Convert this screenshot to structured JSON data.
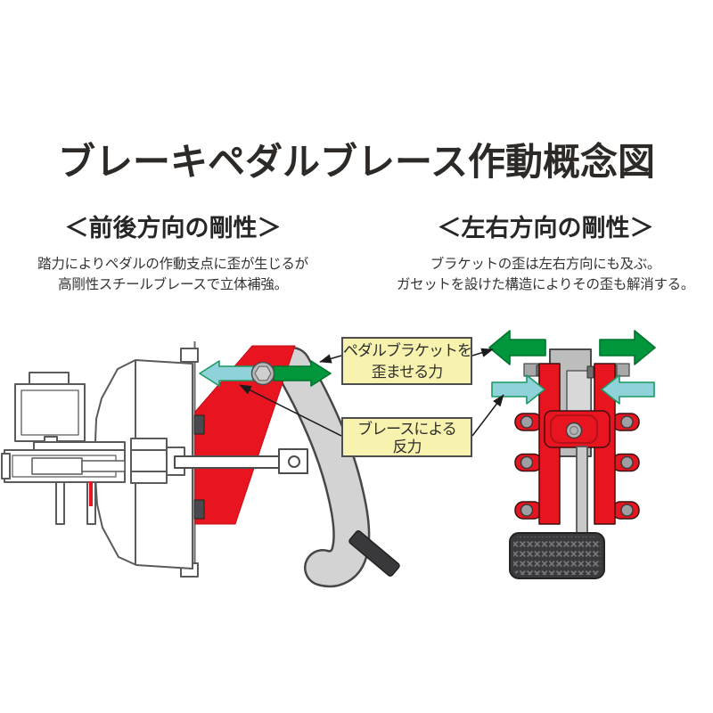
{
  "title": "ブレーキペダルブレース作動概念図",
  "sections": {
    "left": {
      "heading": "＜前後方向の剛性＞",
      "line1": "踏力によりペダルの作動支点に歪が生じるが",
      "line2": "高剛性スチールブレースで立体補強。"
    },
    "right": {
      "heading": "＜左右方向の剛性＞",
      "line1": "ブラケットの歪は左右方向にも及ぶ。",
      "line2": "ガセットを設けた構造によりその歪も解消する。"
    }
  },
  "labels": {
    "deform_force_line1": "ペダルブラケットを",
    "deform_force_line2": "歪ませる力",
    "brace_reaction_line1": "ブレースによる",
    "brace_reaction_line2": "反力"
  },
  "icons": {
    "left_diagram": [
      "brake-booster-icon",
      "master-cylinder-icon",
      "reservoir-icon",
      "pedal-bracket-red",
      "pedal-arm",
      "pedal-pad",
      "pivot-bolt-icon",
      "deform-arrow-green-icon",
      "reaction-arrow-cyan-icon"
    ],
    "right_diagram": [
      "bracket-front-red",
      "center-column",
      "gusset-block",
      "pivot-bolt-icon",
      "pedal-rod",
      "pedal-pad",
      "deform-arrow-left-icon",
      "deform-arrow-right-icon",
      "reaction-arrow-left-icon",
      "reaction-arrow-right-icon"
    ]
  },
  "colors": {
    "bracket_red": "#e8141f",
    "deform_green": "#00963c",
    "reaction_cyan": "#8fd2da",
    "label_bg": "#f7f3ae",
    "label_border": "#4d4d4d",
    "line_art": "#5a5a5a",
    "pedal_dark": "#3a3a3d",
    "text": "#2d2926"
  }
}
